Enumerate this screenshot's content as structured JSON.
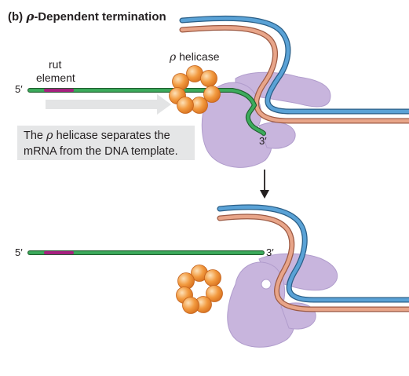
{
  "title": {
    "panel": "(b)",
    "rho": "ρ",
    "text": "-Dependent termination"
  },
  "labels": {
    "rut_line1": "rut",
    "rut_line2": "element",
    "rho_symbol": "ρ",
    "helicase": "helicase",
    "five_prime": "5′",
    "three_prime": "3′"
  },
  "caption": {
    "part1": "The ",
    "rho": "ρ",
    "part2": " helicase separates the",
    "line2": "mRNA from the DNA template."
  },
  "colors": {
    "rna": "#3cab5c",
    "rut": "#a6207f",
    "dna_template": "#e8a589",
    "dna_coding": "#5aa2d6",
    "polymerase": "#c8b5dd",
    "helicase": "#ef8f2e",
    "caption_bg": "#e5e6e7",
    "arrow": "#e3e4e5"
  }
}
